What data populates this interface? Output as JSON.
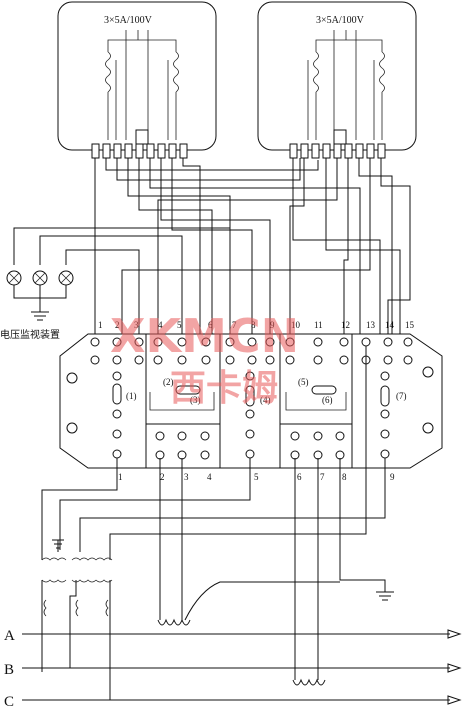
{
  "meters": [
    {
      "rating": "3×5A/100V"
    },
    {
      "rating": "3×5A/100V"
    }
  ],
  "voltage_monitor_label": "电压监视装置",
  "terminal_top_numbers": [
    "1",
    "2",
    "3",
    "4",
    "5",
    "6",
    "7",
    "8",
    "9",
    "10",
    "11",
    "12",
    "13",
    "14",
    "15"
  ],
  "terminal_bottom_numbers": [
    "1",
    "2",
    "3",
    "4",
    "5",
    "6",
    "7",
    "8",
    "9"
  ],
  "sections": [
    "(1)",
    "(2)",
    "(3)",
    "(4)",
    "(5)",
    "(6)",
    "(7)"
  ],
  "phases": [
    "A",
    "B",
    "C"
  ],
  "watermark": {
    "latin": "XKMCN",
    "cjk": "西卡姆"
  }
}
